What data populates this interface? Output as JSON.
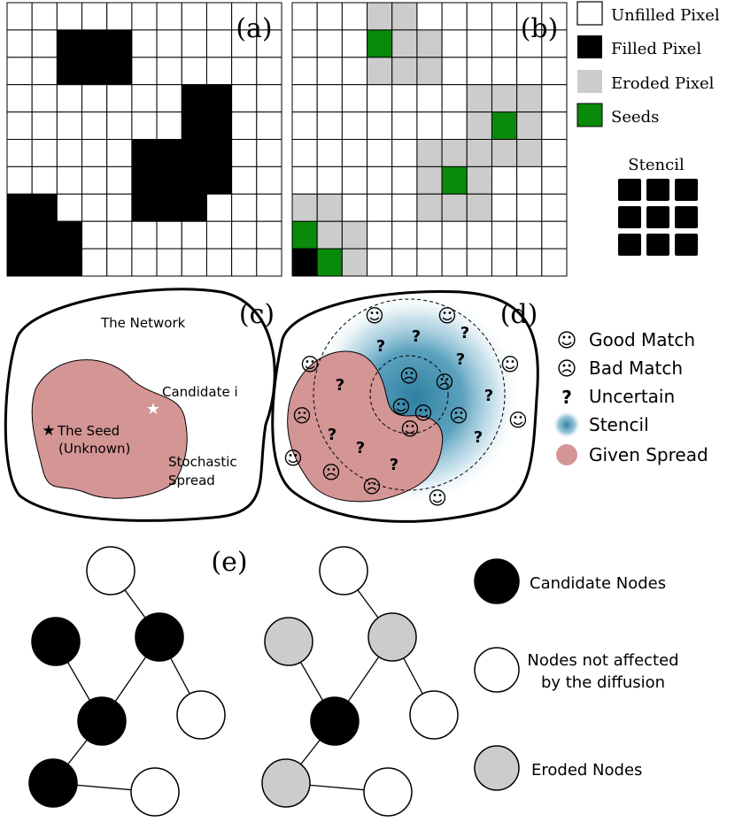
{
  "panel_labels": {
    "a": "(a)",
    "b": "(b)",
    "c": "(c)",
    "d": "(d)",
    "e": "(e)"
  },
  "pixel_legend": {
    "unfilled": "Unfilled Pixel",
    "filled": "Filled Pixel",
    "eroded": "Eroded Pixel",
    "seeds": "Seeds",
    "stencil": "Stencil"
  },
  "colors": {
    "filled": "#000000",
    "eroded": "#cccccc",
    "seed": "#0a8a0a",
    "spread": "#d49595",
    "stencil": "#3a8fb0",
    "eroded_node": "#cccccc"
  },
  "grid_a": {
    "rows": 10,
    "cols": 11,
    "filled": [
      [
        1,
        2
      ],
      [
        1,
        3
      ],
      [
        1,
        4
      ],
      [
        2,
        2
      ],
      [
        2,
        3
      ],
      [
        2,
        4
      ],
      [
        3,
        7
      ],
      [
        3,
        8
      ],
      [
        4,
        7
      ],
      [
        4,
        8
      ],
      [
        5,
        5
      ],
      [
        5,
        6
      ],
      [
        5,
        7
      ],
      [
        5,
        8
      ],
      [
        6,
        5
      ],
      [
        6,
        6
      ],
      [
        6,
        7
      ],
      [
        6,
        8
      ],
      [
        7,
        5
      ],
      [
        7,
        6
      ],
      [
        7,
        7
      ],
      [
        7,
        0
      ],
      [
        7,
        1
      ],
      [
        8,
        0
      ],
      [
        8,
        1
      ],
      [
        8,
        2
      ],
      [
        9,
        0
      ],
      [
        9,
        1
      ],
      [
        9,
        2
      ]
    ]
  },
  "grid_b": {
    "rows": 10,
    "cols": 11,
    "eroded": [
      [
        0,
        3
      ],
      [
        0,
        4
      ],
      [
        1,
        3
      ],
      [
        1,
        5
      ],
      [
        2,
        3
      ],
      [
        2,
        4
      ],
      [
        2,
        5
      ],
      [
        1,
        4
      ],
      [
        3,
        7
      ],
      [
        3,
        8
      ],
      [
        3,
        9
      ],
      [
        4,
        7
      ],
      [
        4,
        9
      ],
      [
        5,
        7
      ],
      [
        5,
        8
      ],
      [
        5,
        9
      ],
      [
        5,
        5
      ],
      [
        5,
        6
      ],
      [
        6,
        5
      ],
      [
        6,
        7
      ],
      [
        7,
        5
      ],
      [
        7,
        6
      ],
      [
        7,
        7
      ],
      [
        7,
        0
      ],
      [
        7,
        1
      ],
      [
        8,
        1
      ],
      [
        8,
        2
      ],
      [
        9,
        2
      ]
    ],
    "filled": [
      [
        9,
        0
      ]
    ],
    "seeds": [
      [
        1,
        3
      ],
      [
        4,
        8
      ],
      [
        6,
        6
      ],
      [
        8,
        0
      ],
      [
        9,
        1
      ]
    ]
  },
  "panel_c": {
    "title": "The Network",
    "candidate": "Candidate i",
    "seed_line1": "The Seed",
    "seed_line2": "(Unknown)",
    "spread_line1": "Stochastic",
    "spread_line2": "Spread"
  },
  "match_legend": {
    "good": "Good Match",
    "bad": "Bad Match",
    "uncertain": "Uncertain",
    "stencil": "Stencil",
    "spread": "Given Spread",
    "good_icon": "☺",
    "bad_icon": "☹",
    "uncertain_icon": "?"
  },
  "node_legend": {
    "candidate": "Candidate Nodes",
    "unaffected_line1": "Nodes not affected",
    "unaffected_line2": "by the diffusion",
    "eroded": "Eroded Nodes"
  }
}
